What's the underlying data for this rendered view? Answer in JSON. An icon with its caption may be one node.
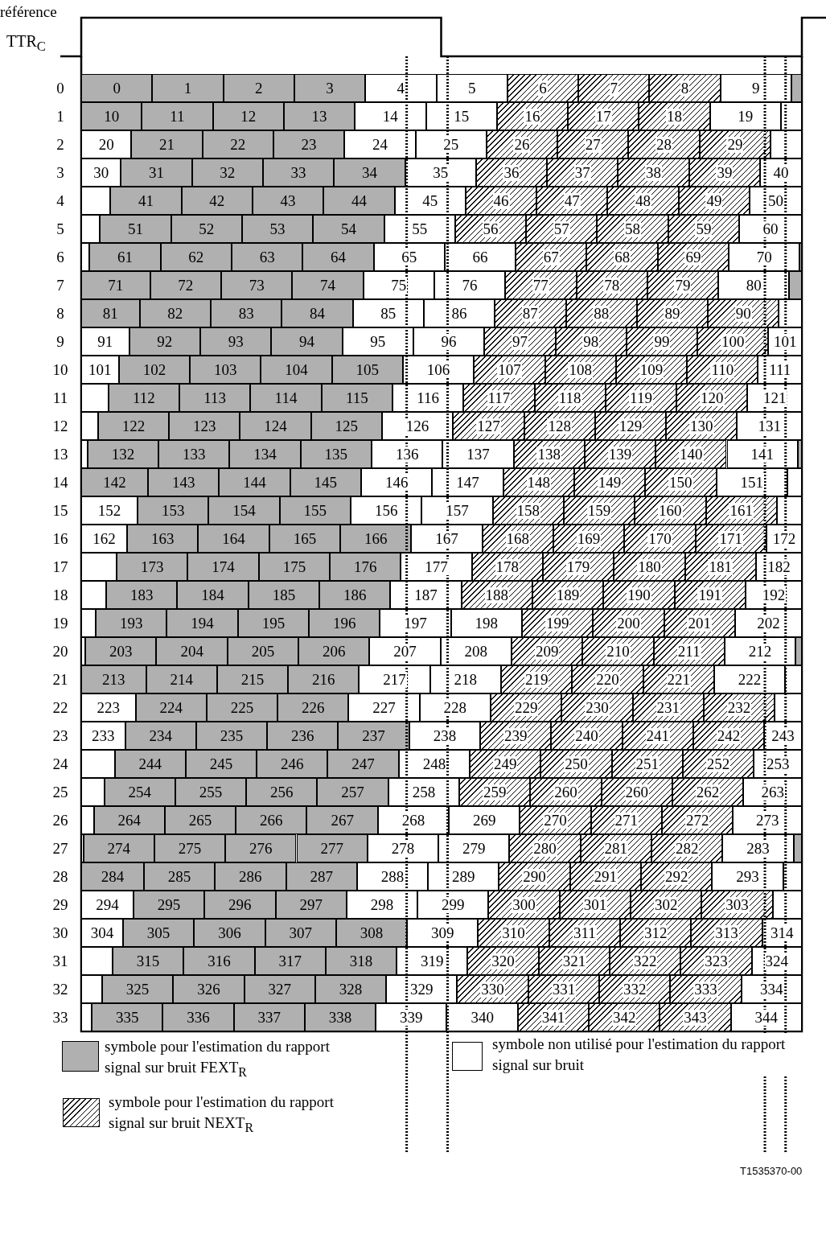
{
  "diagram": {
    "labels": [
      "référence",
      "TTR$_{C}$",
      "0",
      "0",
      "1",
      "2",
      "3",
      "4",
      "5",
      "6",
      "7",
      "8",
      "9",
      "1",
      "10",
      "11",
      "12",
      "13",
      "14",
      "15",
      "16",
      "17",
      "18",
      "19",
      "2",
      "20",
      "21",
      "22",
      "23",
      "24",
      "25",
      "26",
      "27",
      "28",
      "29",
      "3",
      "30",
      "31",
      "32",
      "33",
      "34",
      "35",
      "36",
      "37",
      "38",
      "39",
      "40",
      "4",
      "41",
      "42",
      "43",
      "44",
      "45",
      "46",
      "47",
      "48",
      "49",
      "50",
      "5",
      "51",
      "52",
      "53",
      "54",
      "55",
      "56",
      "57",
      "58",
      "59",
      "60",
      "6",
      "61",
      "62",
      "63",
      "64",
      "65",
      "66",
      "67",
      "68",
      "69",
      "70",
      "7",
      "71",
      "72",
      "73",
      "74",
      "75",
      "76",
      "77",
      "78",
      "79",
      "80",
      "8",
      "81",
      "82",
      "83",
      "84",
      "85",
      "86",
      "87",
      "88",
      "89",
      "90",
      "9",
      "91",
      "92",
      "93",
      "94",
      "95",
      "96",
      "97",
      "98",
      "99",
      "100",
      "101",
      "10",
      "101",
      "102",
      "103",
      "104",
      "105",
      "106",
      "107",
      "108",
      "109",
      "110",
      "111",
      "11",
      "112",
      "113",
      "114",
      "115",
      "116",
      "117",
      "118",
      "119",
      "120",
      "121",
      "12",
      "122",
      "123",
      "124",
      "125",
      "126",
      "127",
      "128",
      "129",
      "130",
      "131",
      "13",
      "132",
      "133",
      "134",
      "135",
      "136",
      "137",
      "138",
      "139",
      "140",
      "141",
      "14",
      "142",
      "143",
      "144",
      "145",
      "146",
      "147",
      "148",
      "149",
      "150",
      "151",
      "15",
      "152",
      "153",
      "154",
      "155",
      "156",
      "157",
      "158",
      "159",
      "160",
      "161",
      "16",
      "162",
      "163",
      "164",
      "165",
      "166",
      "167",
      "168",
      "169",
      "170",
      "171",
      "172",
      "17",
      "173",
      "174",
      "175",
      "176",
      "177",
      "178",
      "179",
      "180",
      "181",
      "182",
      "18",
      "183",
      "184",
      "185",
      "186",
      "187",
      "188",
      "189",
      "190",
      "191",
      "192",
      "19",
      "193",
      "194",
      "195",
      "196",
      "197",
      "198",
      "199",
      "200",
      "201",
      "202",
      "20",
      "203",
      "204",
      "205",
      "206",
      "207",
      "208",
      "209",
      "210",
      "211",
      "212",
      "21",
      "213",
      "214",
      "215",
      "216",
      "217",
      "218",
      "219",
      "220",
      "221",
      "222",
      "22",
      "223",
      "224",
      "225",
      "226",
      "227",
      "228",
      "229",
      "230",
      "231",
      "232",
      "23",
      "233",
      "234",
      "235",
      "236",
      "237",
      "238",
      "239",
      "240",
      "241",
      "242",
      "243",
      "24",
      "244",
      "245",
      "246",
      "247",
      "248",
      "249",
      "250",
      "251",
      "252",
      "253",
      "25",
      "254",
      "255",
      "256",
      "257",
      "258",
      "259",
      "260",
      "260",
      "262",
      "263",
      "26",
      "264",
      "265",
      "266",
      "267",
      "268",
      "269",
      "270",
      "271",
      "272",
      "273",
      "27",
      "274",
      "275",
      "276",
      "277",
      "278",
      "279",
      "280",
      "281",
      "282",
      "283",
      "28",
      "284",
      "285",
      "286",
      "287",
      "288",
      "289",
      "290",
      "291",
      "292",
      "293",
      "29",
      "294",
      "295",
      "296",
      "297",
      "298",
      "299",
      "300",
      "301",
      "302",
      "303",
      "30",
      "304",
      "305",
      "306",
      "307",
      "308",
      "309",
      "310",
      "311",
      "312",
      "313",
      "314",
      "31",
      "315",
      "316",
      "317",
      "318",
      "319",
      "320",
      "321",
      "322",
      "323",
      "324",
      "32",
      "325",
      "326",
      "327",
      "328",
      "329",
      "330",
      "331",
      "332",
      "333",
      "334",
      "33",
      "335",
      "336",
      "337",
      "338",
      "339",
      "340",
      "341",
      "342",
      "343",
      "344",
      "T1535370-00"
    ],
    "legend": [
      {
        "text": "symbole pour l'estimation du rapport signal sur bruit FEXT$_{R}$",
        "color": "#b0b0b0"
      },
      {
        "text": "symbole pour l'estimation du rapport signal sur bruit NEXT$_{R}$"
      },
      {
        "text": "symbole non utilisé pour l'estimation du rapport signal sur bruit",
        "color": "#ffffff"
      }
    ]
  }
}
